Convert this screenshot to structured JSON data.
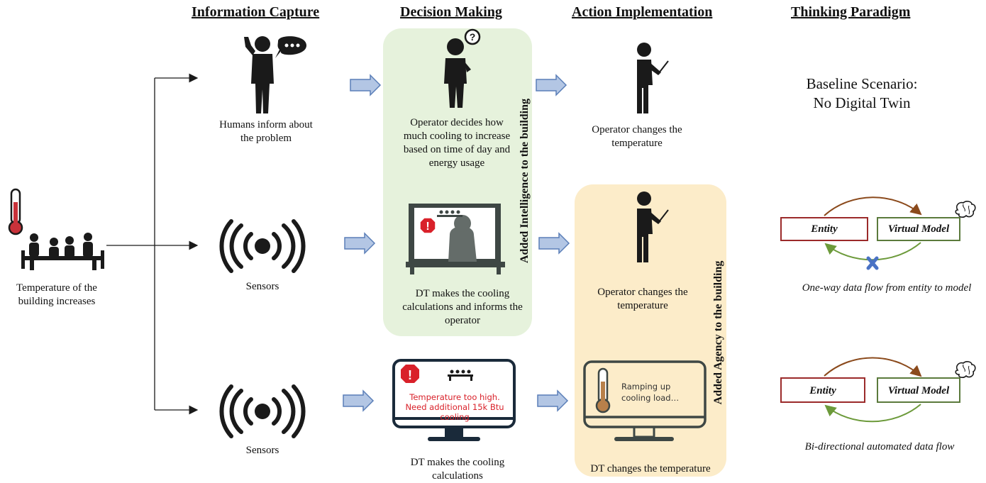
{
  "headers": {
    "info_capture": "Information Capture",
    "decision_making": "Decision Making",
    "action_implementation": "Action Implementation",
    "thinking_paradigm": "Thinking Paradigm"
  },
  "source": {
    "caption": "Temperature of the building increases"
  },
  "row1": {
    "info": "Humans inform about the problem",
    "decision": "Operator decides how much cooling to increase based on time of day and energy usage",
    "action": "Operator changes the temperature",
    "paradigm_line1": "Baseline Scenario:",
    "paradigm_line2": "No Digital Twin"
  },
  "row2": {
    "info": "Sensors",
    "decision": "DT makes the cooling calculations and informs the operator",
    "action": "Operator changes the temperature",
    "paradigm_entity": "Entity",
    "paradigm_model": "Virtual Model",
    "paradigm_caption": "One-way data flow from entity to model"
  },
  "row3": {
    "info": "Sensors",
    "screen_alert": "Temperature too high. Need additional 15k Btu  cooling",
    "decision": "DT makes the cooling calculations",
    "screen_action": "Ramping up cooling load…",
    "action": "DT changes the temperature",
    "paradigm_entity": "Entity",
    "paradigm_model": "Virtual Model",
    "paradigm_caption": "Bi-directional automated data flow"
  },
  "panels": {
    "intelligence": "Added Intelligence to the building",
    "agency": "Added Agency to the building"
  },
  "colors": {
    "green_panel": "#e6f2dc",
    "orange_panel": "#fcecc9",
    "arrow_fill": "#b3c6e4",
    "arrow_stroke": "#5b7fb8",
    "entity_red": "#9b2a2a",
    "model_green": "#5b7a3c",
    "flow_brown": "#8b4a1c",
    "flow_green": "#6c9a3a",
    "cross_blue": "#4a72c4",
    "alert_red": "#d9212a",
    "figure_dark": "#1a1a1a",
    "monitor_grey": "#3e4744"
  },
  "icons": {
    "thermometer": "thermometer-icon",
    "meeting": "meeting-people-icon",
    "person_talking": "person-speech-bubble-icon",
    "person_thinking": "person-question-icon",
    "sensor": "sensor-signal-icon",
    "operator": "operator-pointer-icon",
    "monitor": "monitor-icon",
    "alert": "alert-octagon-icon",
    "brain": "brain-icon"
  }
}
